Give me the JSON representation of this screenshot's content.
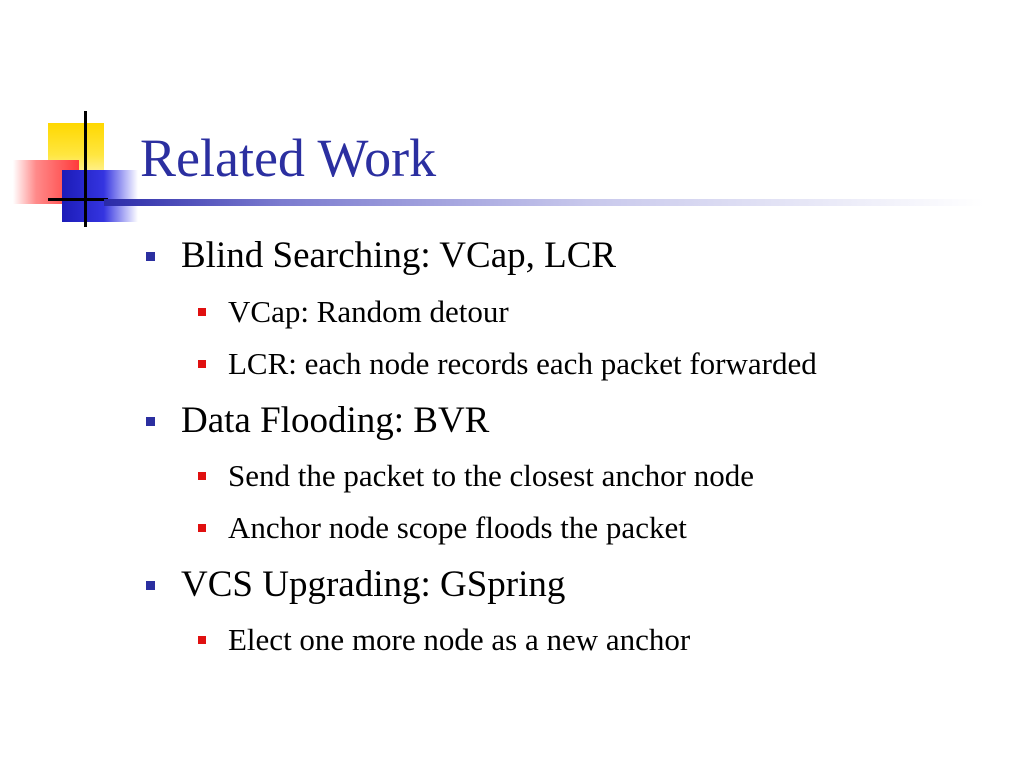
{
  "slide": {
    "title": "Related Work",
    "bullets": [
      {
        "text": "Blind Searching: VCap, LCR",
        "level": 1
      },
      {
        "text": "VCap: Random detour",
        "level": 2
      },
      {
        "text": "LCR: each node records each packet forwarded",
        "level": 2
      },
      {
        "text": "Data Flooding: BVR",
        "level": 1
      },
      {
        "text": "Send the packet to the closest anchor node",
        "level": 2
      },
      {
        "text": "Anchor node scope floods the packet",
        "level": 2
      },
      {
        "text": "VCS Upgrading: GSpring",
        "level": 1
      },
      {
        "text": "Elect one more node as a new anchor",
        "level": 2
      }
    ]
  },
  "colors": {
    "title": "#2b2fa0",
    "level1_bullet": "#2b2fa0",
    "level2_bullet": "#e01010",
    "body_text": "#000000"
  }
}
